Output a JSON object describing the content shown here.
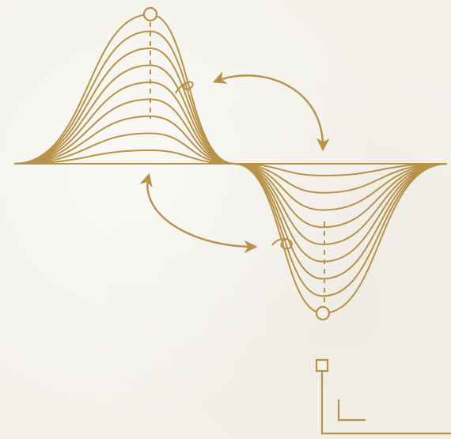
{
  "colors": {
    "background": "#f3f1ea",
    "ink": "#b8924a",
    "ink_dark": "#a47e3a"
  },
  "diagram": {
    "family_count": 9,
    "marker_icons": [
      "circle-marker-icon",
      "circle-marker-icon",
      "square-marker-icon",
      "corner-bracket-icon"
    ],
    "arrows": [
      "curved-double-arrow-upper",
      "curved-double-arrow-lower"
    ]
  }
}
